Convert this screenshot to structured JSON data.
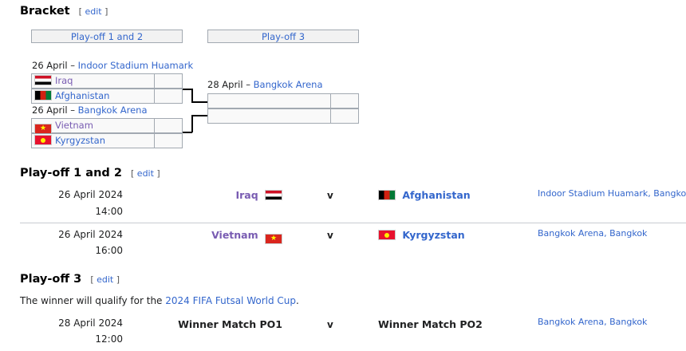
{
  "sections": {
    "bracket": {
      "title": "Bracket",
      "edit_open": "[",
      "edit": "edit",
      "edit_close": "]"
    },
    "playoff12": {
      "title": "Play-off 1 and 2",
      "edit_open": "[",
      "edit": "edit",
      "edit_close": "]"
    },
    "playoff3": {
      "title": "Play-off 3",
      "edit_open": "[",
      "edit": "edit",
      "edit_close": "]"
    }
  },
  "bracket": {
    "round_headers": [
      "Play-off 1 and 2",
      "Play-off 3"
    ],
    "match1": {
      "date": "26 April –",
      "venue": "Indoor Stadium Huamark",
      "team1": "Iraq",
      "team2": "Afghanistan"
    },
    "match2": {
      "date": "26 April –",
      "venue": "Bangkok Arena",
      "team1": "Vietnam",
      "team2": "Kyrgyzstan"
    },
    "match3": {
      "date": "28 April –",
      "venue": "Bangkok Arena"
    }
  },
  "results": [
    {
      "date": "26 April 2024",
      "time": "14:00",
      "home": "Iraq",
      "vs": "v",
      "away": "Afghanistan",
      "venue": "Indoor Stadium Huamark, Bangkok"
    },
    {
      "date": "26 April 2024",
      "time": "16:00",
      "home": "Vietnam",
      "vs": "v",
      "away": "Kyrgyzstan",
      "venue": "Bangkok Arena, Bangkok"
    },
    {
      "date": "28 April 2024",
      "time": "12:00",
      "home": "Winner Match PO1",
      "vs": "v",
      "away": "Winner Match PO2",
      "venue": "Bangkok Arena, Bangkok"
    }
  ],
  "playoff3_text": {
    "prefix": "The winner will qualify for the",
    "link": "2024 FIFA Futsal World Cup",
    "suffix": "."
  },
  "icons": {
    "iraq": "iraq-flag-icon",
    "afghanistan": "afghanistan-flag-icon",
    "vietnam": "vietnam-flag-icon",
    "kyrgyzstan": "kyrgyzstan-flag-icon"
  },
  "colors": {
    "link": "#3366cc",
    "visited": "#795cb2",
    "border": "#a2a9b1"
  }
}
